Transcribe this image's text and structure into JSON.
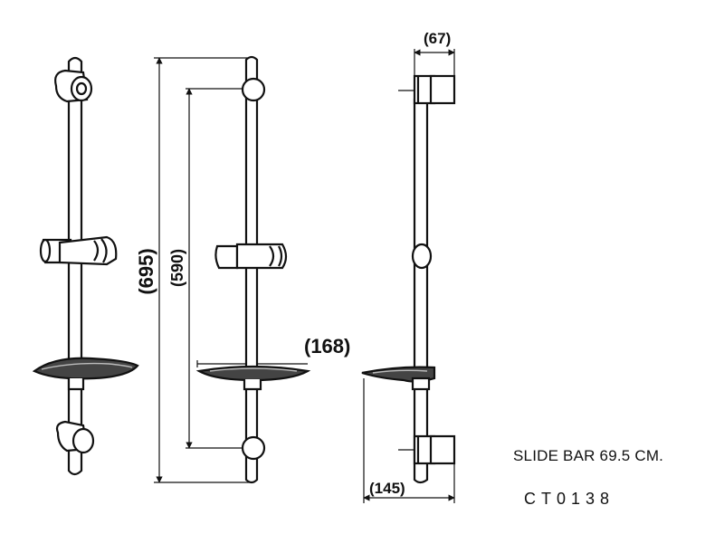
{
  "dimensions": {
    "total_height": "(695)",
    "inner_height": "(590)",
    "dish_width": "(168)",
    "top_depth": "(67)",
    "bottom_depth": "(145)"
  },
  "caption": {
    "title": "SLIDE BAR 69.5 CM.",
    "code": "CT0138"
  }
}
